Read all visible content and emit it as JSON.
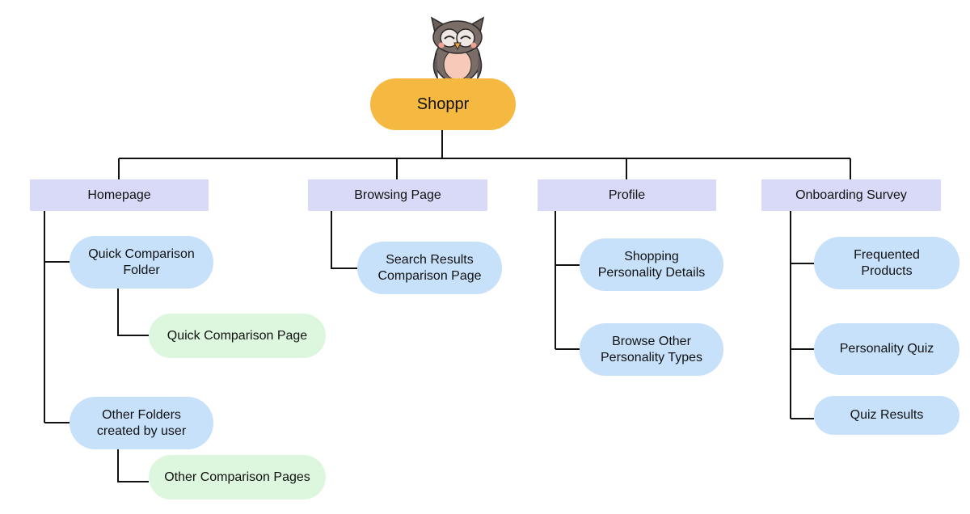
{
  "root": {
    "label": "Shoppr"
  },
  "sections": [
    {
      "label": "Homepage",
      "pages": [
        {
          "label": "Quick Comparison\nFolder",
          "children": [
            "Quick Comparison Page"
          ]
        },
        {
          "label": "Other Folders\ncreated by user",
          "children": [
            "Other Comparison Pages"
          ]
        }
      ]
    },
    {
      "label": "Browsing Page",
      "pages": [
        {
          "label": "Search Results\nComparison Page",
          "children": []
        }
      ]
    },
    {
      "label": "Profile",
      "pages": [
        {
          "label": "Shopping\nPersonality Details",
          "children": []
        },
        {
          "label": "Browse Other\nPersonality Types",
          "children": []
        }
      ]
    },
    {
      "label": "Onboarding Survey",
      "pages": [
        {
          "label": "Frequented\nProducts",
          "children": []
        },
        {
          "label": "Personality Quiz",
          "children": []
        },
        {
          "label": "Quiz Results",
          "children": []
        }
      ]
    }
  ],
  "colors": {
    "root": "#F5B841",
    "section": "#D9DAF8",
    "page": "#C7E1FB",
    "leaf": "#DDF7DE",
    "line": "#111111"
  },
  "icons": {
    "mascot": "owl-mascot-icon"
  }
}
